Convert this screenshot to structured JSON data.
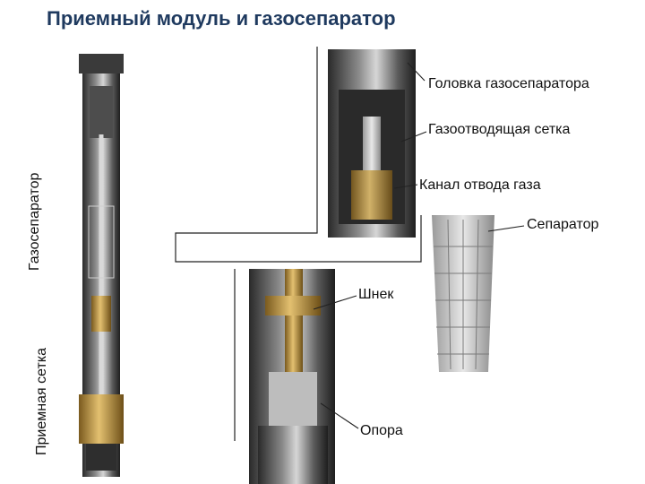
{
  "title": "Приемный модуль и газосепаратор",
  "side_labels": {
    "gas_separator": "Газосепаратор",
    "intake_screen": "Приемная сетка"
  },
  "callouts": {
    "head": "Головка газосепаратора",
    "gas_screen": "Газоотводящая  сетка",
    "gas_channel": "Канал отвода газа",
    "separator": "Сепаратор",
    "auger": "Шнек",
    "support": "Опора"
  },
  "colors": {
    "title": "#1f3a5f",
    "metal_dark": "#2b2b2b",
    "metal_mid": "#6d6d6d",
    "metal_light": "#cfcfcf",
    "brass": "#c9a24a",
    "leader": "#222222"
  }
}
